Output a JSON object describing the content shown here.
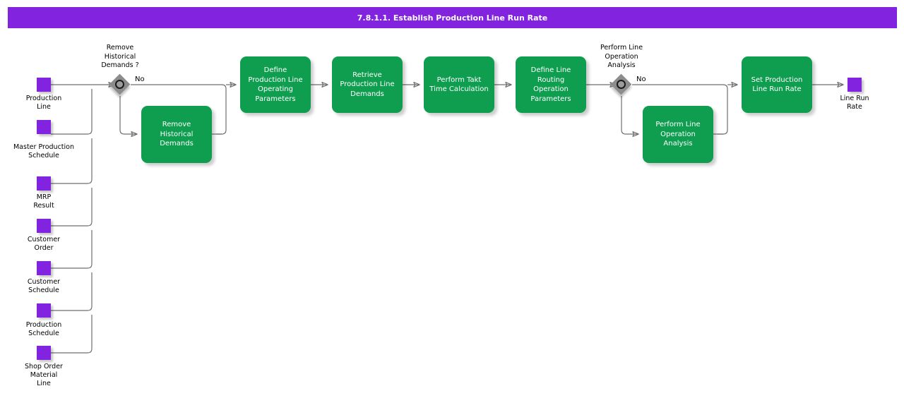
{
  "header": {
    "title": "7.8.1.1. Establish Production Line Run Rate",
    "bar_color": "#8223e0",
    "text_color": "#ffffff"
  },
  "colors": {
    "data_object": "#8223e0",
    "task": "#0f9d4f",
    "gateway": "#8c8c8c",
    "connector": "#6e6e6e",
    "canvas": "#ffffff"
  },
  "inputs": [
    {
      "name": "production-line",
      "label": "Production\nLine"
    },
    {
      "name": "master-production-schedule",
      "label": "Master Production\nSchedule"
    },
    {
      "name": "mrp-result",
      "label": "MRP\nResult"
    },
    {
      "name": "customer-order",
      "label": "Customer\nOrder"
    },
    {
      "name": "customer-schedule",
      "label": "Customer\nSchedule"
    },
    {
      "name": "production-schedule",
      "label": "Production\nSchedule"
    },
    {
      "name": "shop-order-material-line",
      "label": "Shop Order\nMaterial\nLine"
    }
  ],
  "outputs": [
    {
      "name": "line-run-rate",
      "label": "Line Run\nRate"
    }
  ],
  "gateways": [
    {
      "name": "remove-historical-demands-gateway",
      "label": "Remove\nHistorical\nDemands ?",
      "branch_label": "No"
    },
    {
      "name": "perform-line-operation-analysis-gateway",
      "label": "Perform Line\nOperation\nAnalysis",
      "branch_label": "No"
    }
  ],
  "tasks": [
    {
      "name": "remove-historical-demands",
      "label": "Remove\nHistorical\nDemands"
    },
    {
      "name": "define-production-line-operating-parameters",
      "label": "Define\nProduction Line\nOperating\nParameters"
    },
    {
      "name": "retrieve-production-line-demands",
      "label": "Retrieve\nProduction Line\nDemands"
    },
    {
      "name": "perform-takt-time-calculation",
      "label": "Perform Takt\nTime Calculation"
    },
    {
      "name": "define-line-routing-operation-parameters",
      "label": "Define Line\nRouting\nOperation\nParameters"
    },
    {
      "name": "perform-line-operation-analysis",
      "label": "Perform Line\nOperation\nAnalysis"
    },
    {
      "name": "set-production-line-run-rate",
      "label": "Set Production\nLine Run Rate"
    }
  ]
}
